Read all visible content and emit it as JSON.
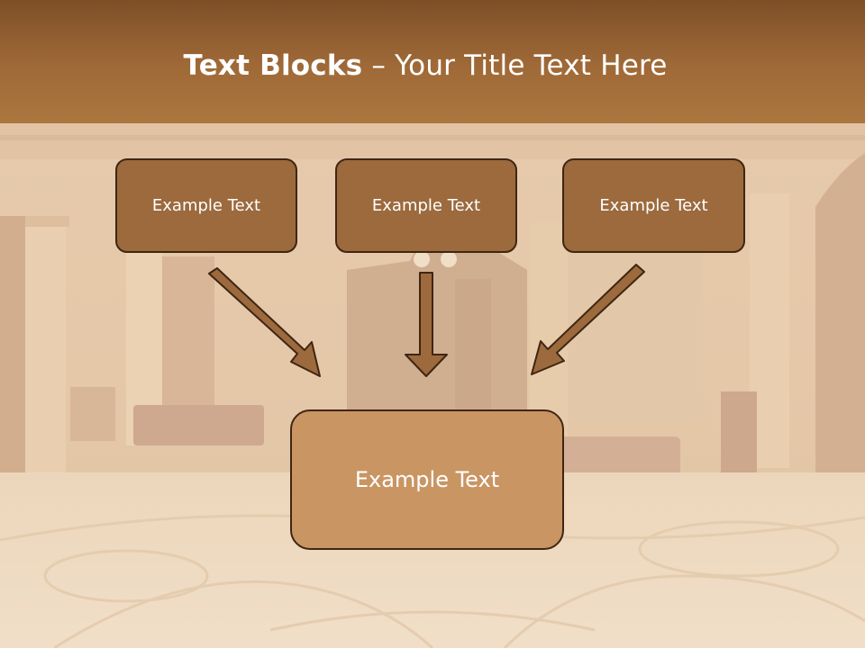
{
  "slide": {
    "title_bold": "Text Blocks",
    "title_dash": " – ",
    "title_rest": "Your Title Text Here",
    "blocks": [
      {
        "label": "Example Text"
      },
      {
        "label": "Example Text"
      },
      {
        "label": "Example Text"
      }
    ],
    "target": {
      "label": "Example Text"
    }
  },
  "colors": {
    "header": "#a06a38",
    "block_fill": "#9c6a3d",
    "block_border": "#3f2613",
    "target_fill": "#c99563",
    "arrow_fill": "#9c6a3d",
    "background_tint": "#e9cfb0"
  },
  "icons": [
    "arrow-down-right-icon",
    "arrow-down-icon",
    "arrow-down-left-icon"
  ]
}
